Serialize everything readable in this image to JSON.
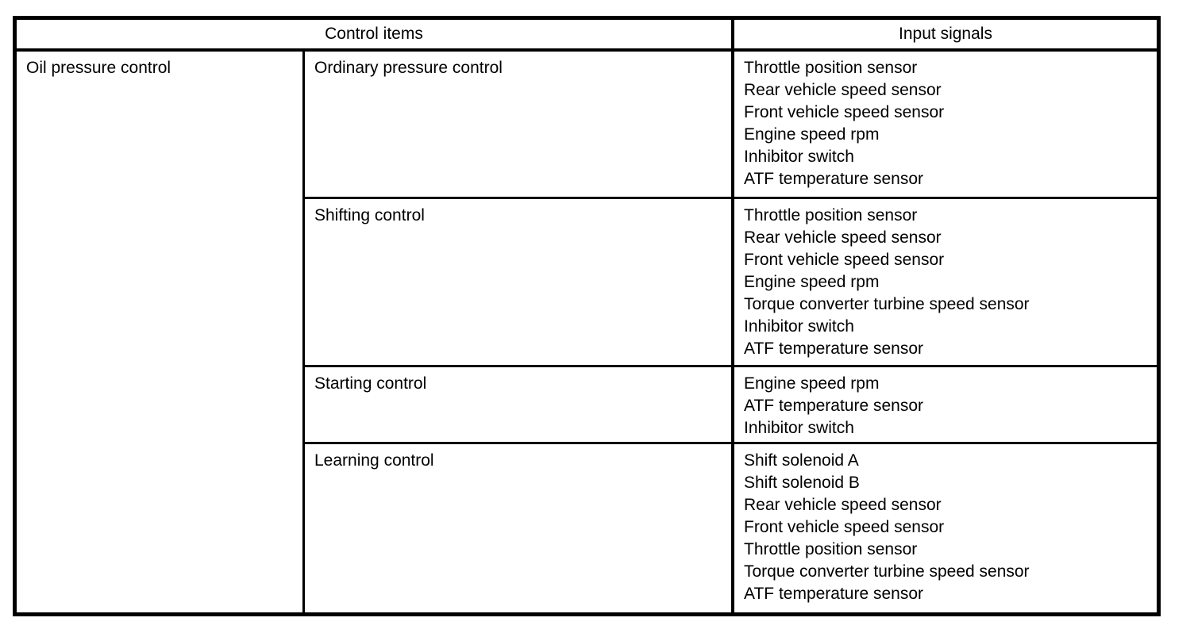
{
  "table": {
    "header": {
      "control_items": "Control items",
      "input_signals": "Input signals"
    },
    "group_label": "Oil pressure control",
    "rows": [
      {
        "control_item": "Ordinary pressure control",
        "input_signals": [
          "Throttle position sensor",
          "Rear vehicle speed sensor",
          "Front vehicle speed sensor",
          "Engine speed rpm",
          "Inhibitor switch",
          "ATF temperature sensor"
        ]
      },
      {
        "control_item": "Shifting control",
        "input_signals": [
          "Throttle position sensor",
          "Rear vehicle speed sensor",
          "Front vehicle speed sensor",
          "Engine speed rpm",
          "Torque converter turbine speed sensor",
          "Inhibitor switch",
          "ATF temperature sensor"
        ]
      },
      {
        "control_item": "Starting control",
        "input_signals": [
          "Engine speed rpm",
          "ATF temperature sensor",
          "Inhibitor switch"
        ]
      },
      {
        "control_item": "Learning control",
        "input_signals": [
          "Shift solenoid A",
          "Shift solenoid B",
          "Rear vehicle speed sensor",
          "Front vehicle speed sensor",
          "Throttle position sensor",
          "Torque converter turbine speed sensor",
          "ATF temperature sensor"
        ]
      }
    ]
  },
  "colors": {
    "border": "#000000",
    "background": "#ffffff",
    "text": "#000000"
  }
}
